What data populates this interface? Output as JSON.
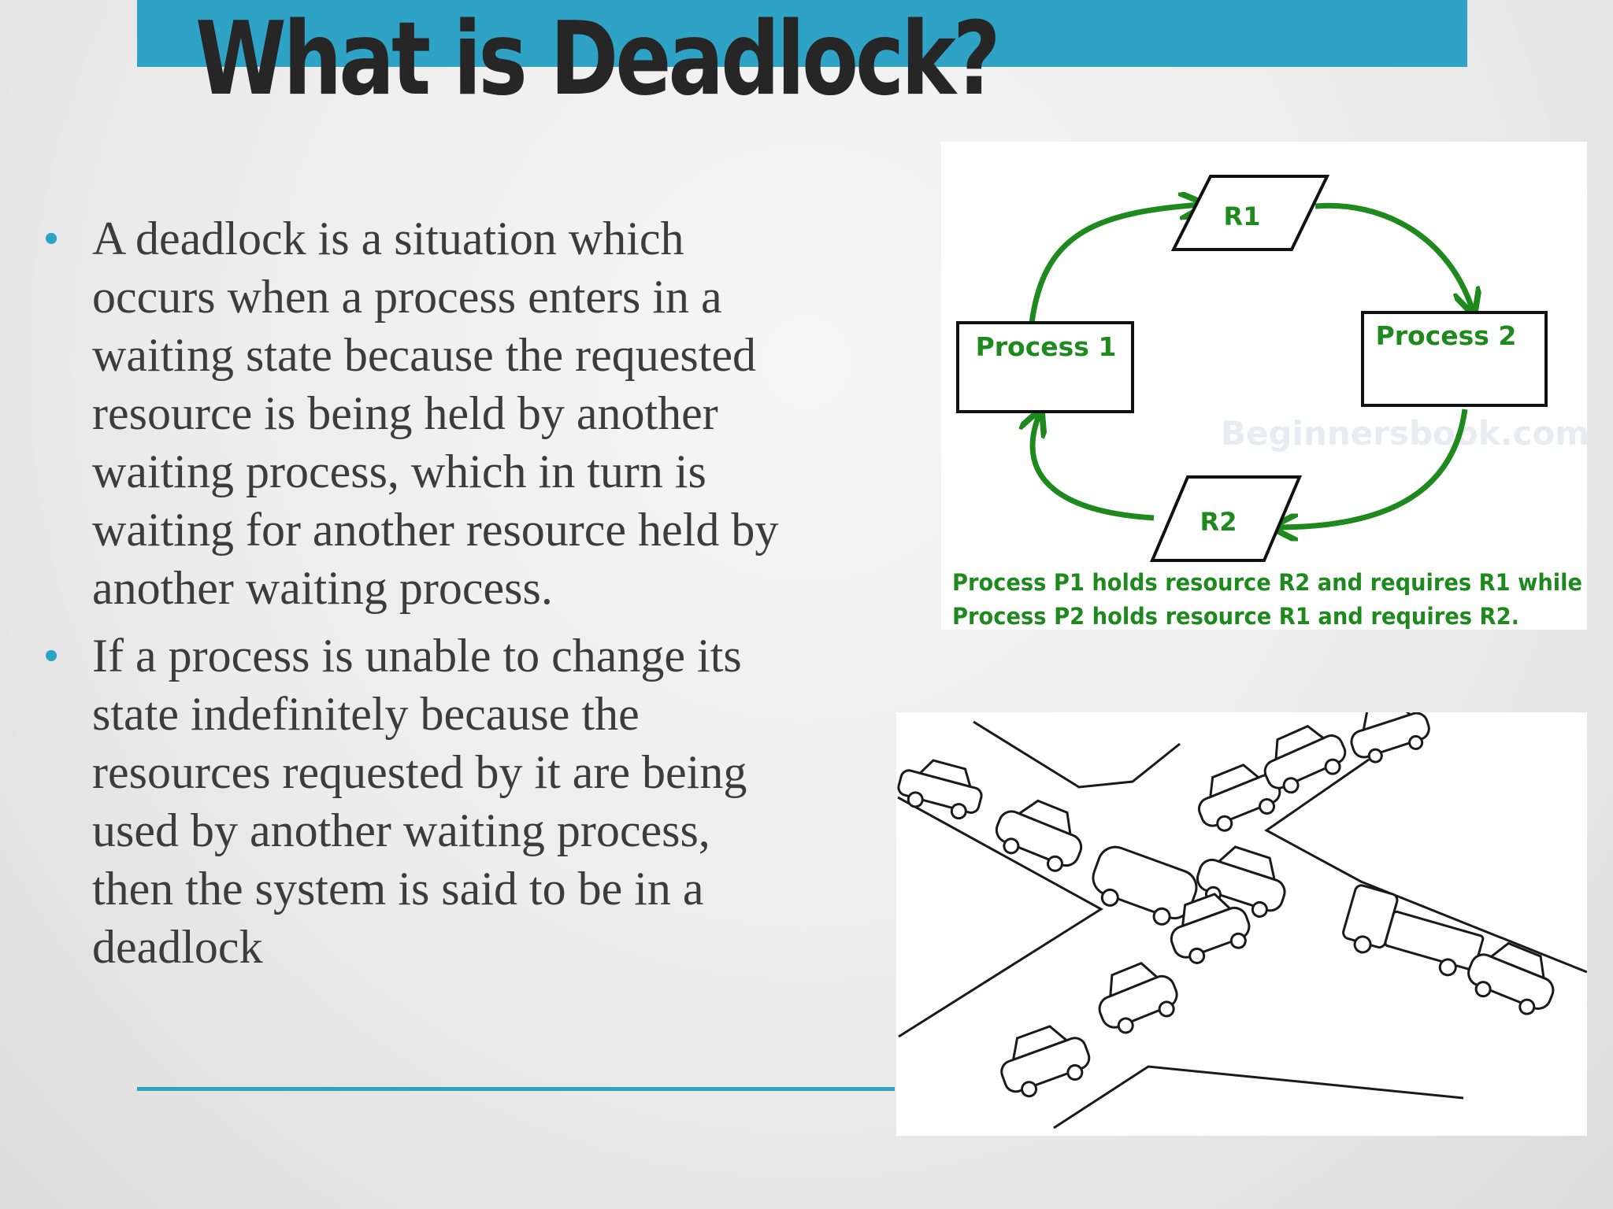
{
  "slide": {
    "title": "What is Deadlock?",
    "bullets": [
      {
        "lines": [
          "A deadlock is a situation which",
          "occurs when a process enters in a",
          "waiting state because the requested",
          "resource is being held by another",
          "waiting process, which in turn is",
          "waiting for another resource held by",
          "another waiting process."
        ]
      },
      {
        "lines": [
          "If a process is unable to change its",
          "state indefinitely because the",
          "resources requested by it are being",
          "used by another waiting process,",
          "then the system is said to be in a",
          "deadlock"
        ]
      }
    ]
  },
  "diagram": {
    "nodes": {
      "r1": "R1",
      "r2": "R2",
      "process1": "Process 1",
      "process2": "Process 2"
    },
    "caption_lines": [
      "Process P1 holds resource R2 and requires R1 while",
      "Process P2 holds resource R1 and requires R2."
    ],
    "watermark": "Beginnersbook.com",
    "edge_color": "#1e8a1e"
  },
  "colors": {
    "accent": "#2ea3c6",
    "title": "#262626",
    "body_text": "#3c3c3c"
  }
}
